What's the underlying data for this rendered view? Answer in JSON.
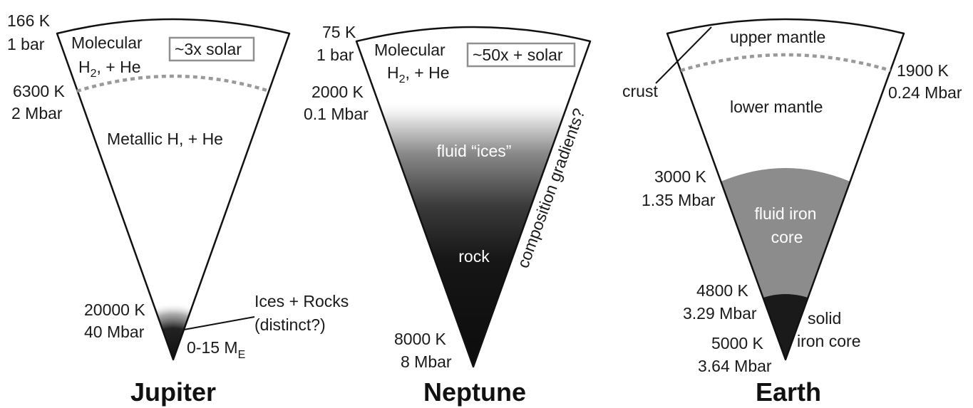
{
  "jupiter": {
    "title": "Jupiter",
    "top_temp": "166 K",
    "top_pressure": "1 bar",
    "layer_molecular_1": "Molecular",
    "layer_molecular_2_pre": "H",
    "layer_molecular_2_sub": "2",
    "layer_molecular_2_post": ", + He",
    "solar_box": "~3x solar",
    "boundary_temp": "6300 K",
    "boundary_pressure": "2 Mbar",
    "layer_metallic": "Metallic H, + He",
    "core_temp": "20000 K",
    "core_pressure": "40 Mbar",
    "core_label_1": "Ices + Rocks",
    "core_label_2": "(distinct?)",
    "core_mass_pre": "0-15 M",
    "core_mass_sub": "E"
  },
  "neptune": {
    "title": "Neptune",
    "top_temp": "75 K",
    "top_pressure": "1 bar",
    "layer_molecular_1": "Molecular",
    "layer_molecular_2_pre": "H",
    "layer_molecular_2_sub": "2",
    "layer_molecular_2_post": ", + He",
    "solar_box": "~50x +  solar",
    "boundary_temp": "2000 K",
    "boundary_pressure": "0.1 Mbar",
    "layer_ices": "fluid “ices”",
    "layer_rock": "rock",
    "gradient_note": "composition gradients?",
    "core_temp": "8000 K",
    "core_pressure": "8 Mbar"
  },
  "earth": {
    "title": "Earth",
    "layer_upper": "upper mantle",
    "crust": "crust",
    "boundary1_temp": "1900 K",
    "boundary1_pressure": "0.24 Mbar",
    "layer_lower": "lower mantle",
    "boundary2_temp": "3000 K",
    "boundary2_pressure": "1.35 Mbar",
    "outer_core_1": "fluid iron",
    "outer_core_2": "core",
    "boundary3_temp": "4800 K",
    "boundary3_pressure": "3.29 Mbar",
    "inner_core_1": "solid",
    "inner_core_2": "iron core",
    "center_temp": "5000 K",
    "center_pressure": "3.64 Mbar"
  },
  "colors": {
    "outline": "#111111",
    "dotted": "#9a9a9a",
    "outer_core": "#8c8c8c",
    "inner_core": "#1a1a1a",
    "ice_dark": "#111111"
  }
}
